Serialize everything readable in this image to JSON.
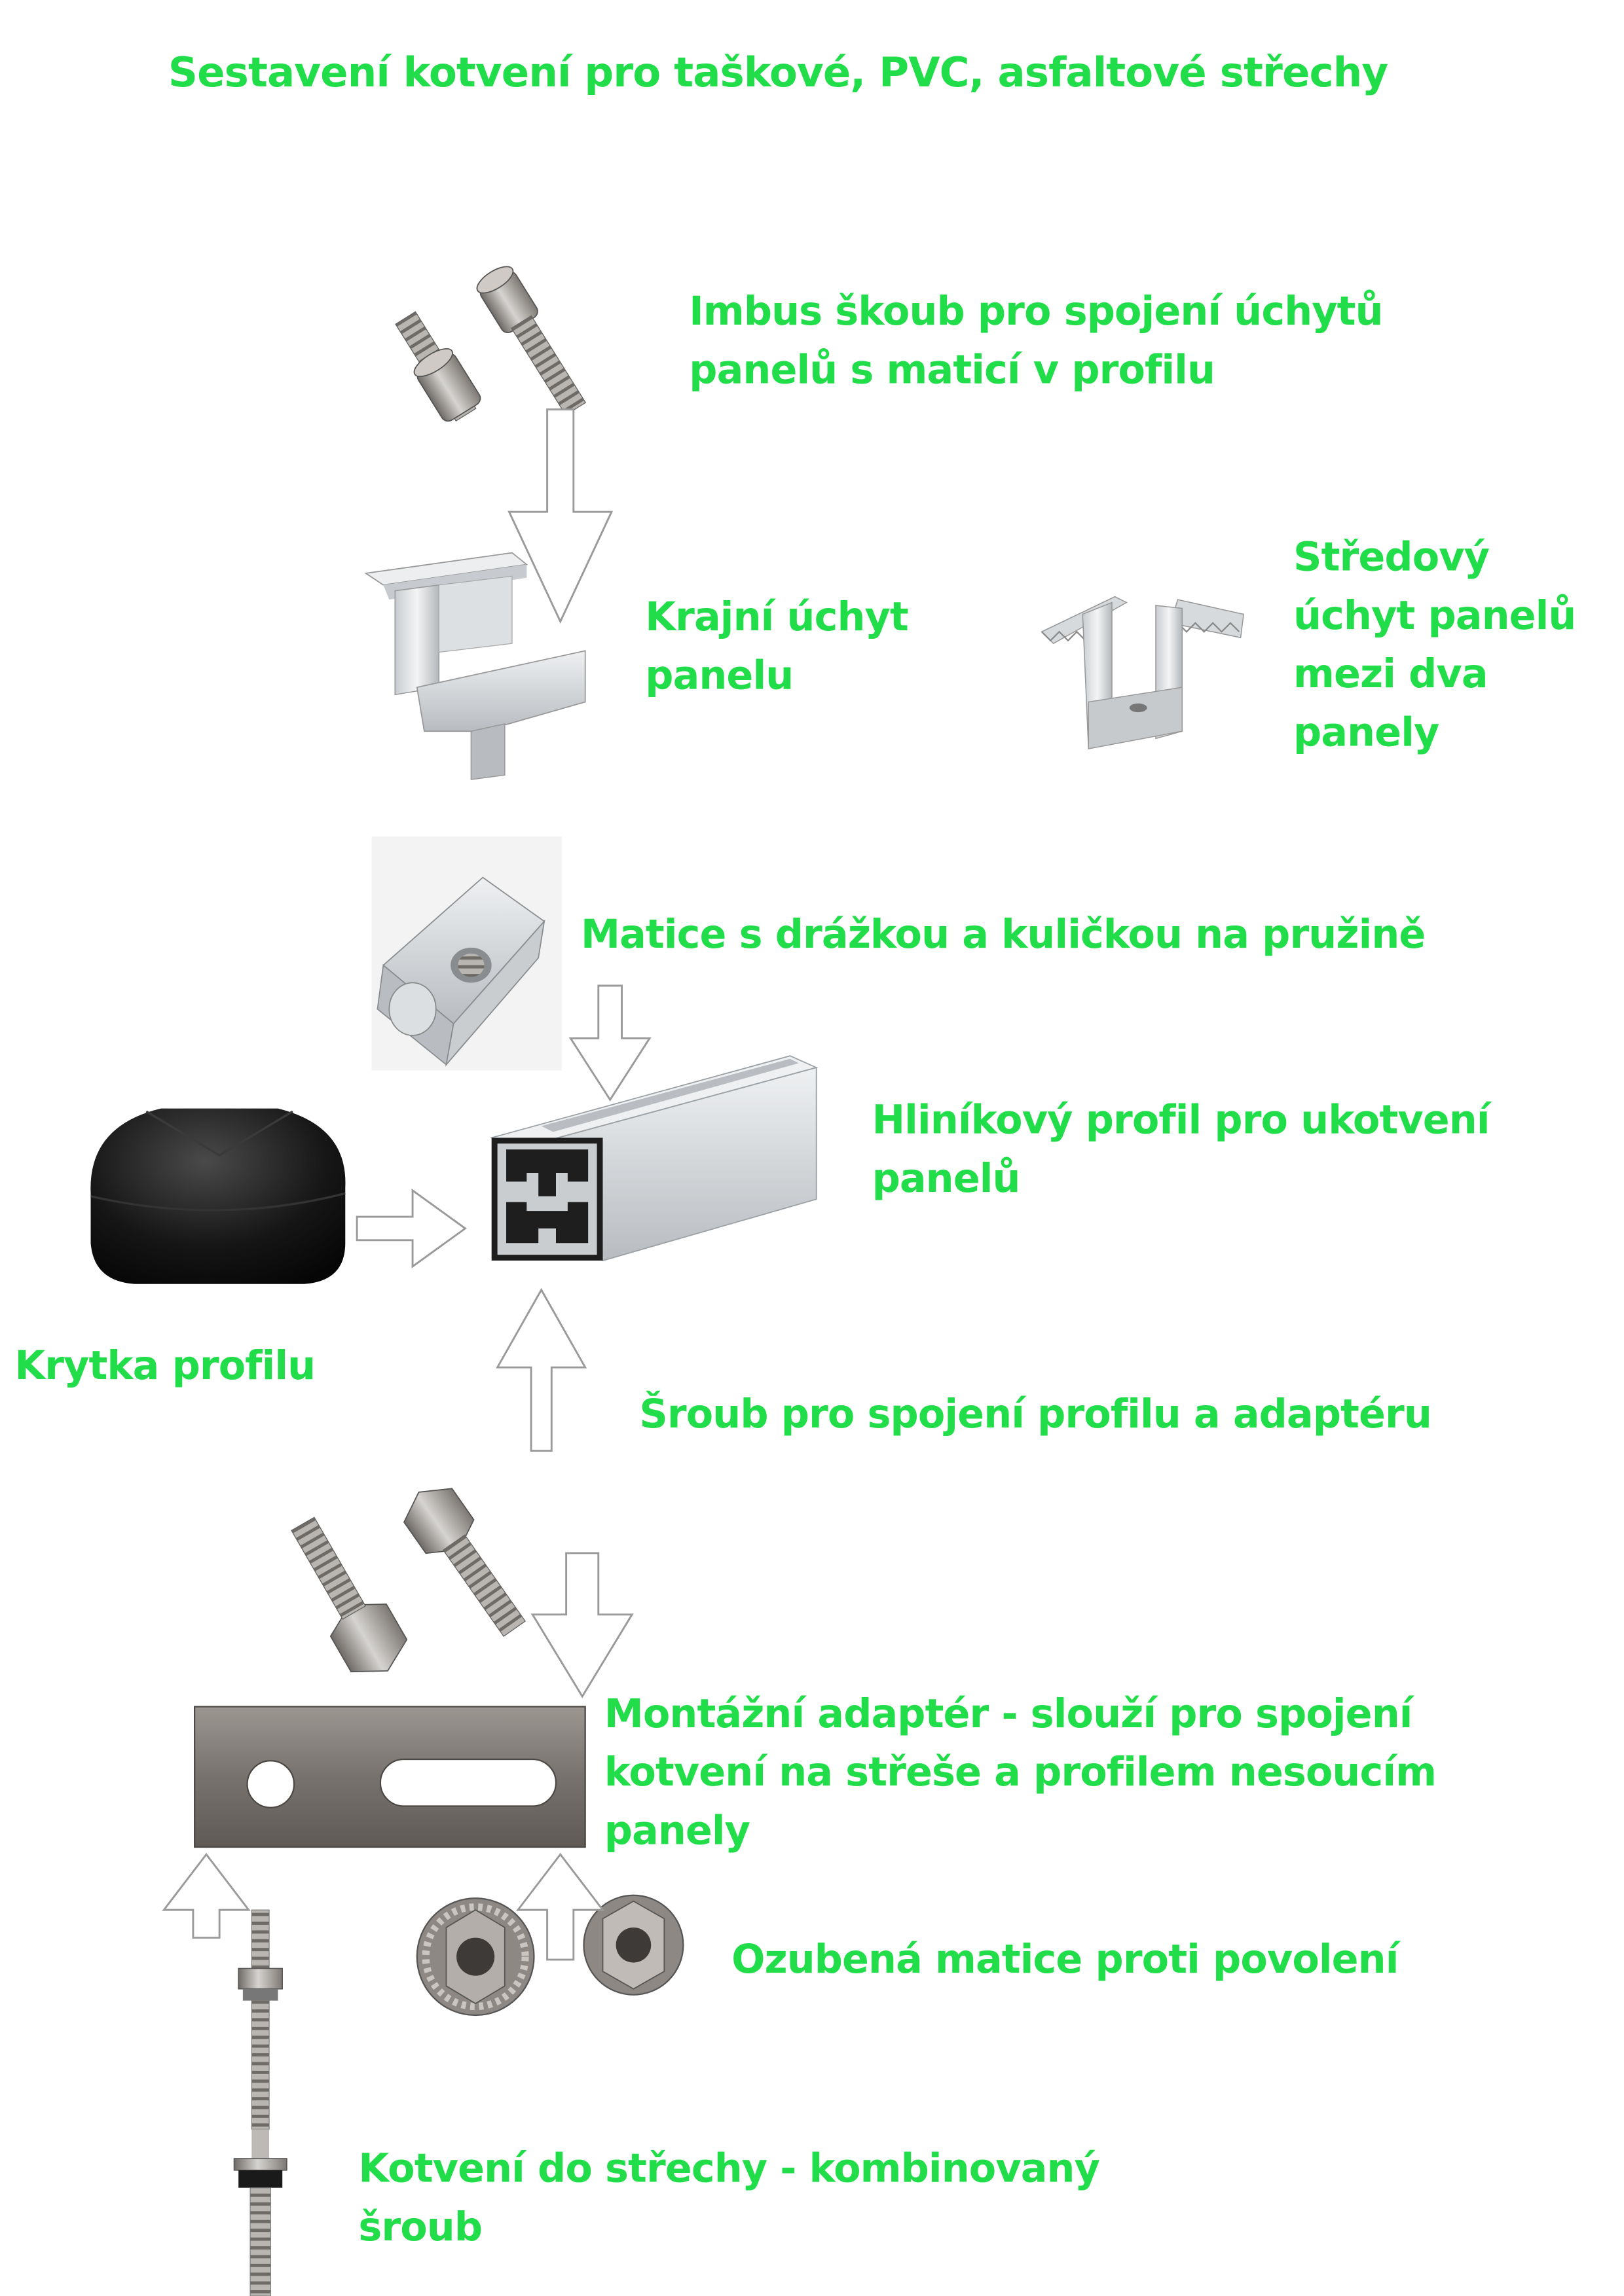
{
  "title": "Sestavení kotvení pro taškové, PVC, asfaltové střechy",
  "parts": {
    "imbus_screw": [
      "Imbus škoub pro spojení úchytů",
      "panelů s maticí v profilu"
    ],
    "end_clamp": [
      "Krajní úchyt",
      "panelu"
    ],
    "middle_clamp": [
      "Středový",
      "úchyt panelů",
      "mezi dva",
      "panely"
    ],
    "slot_nut": [
      "Matice s drážkou a kuličkou na pružině"
    ],
    "aluminium_profile": [
      "Hliníkový profil pro ukotvení",
      "panelů"
    ],
    "profile_cap": [
      "Krytka profilu"
    ],
    "profile_screw": [
      "Šroub pro spojení profilu a adaptéru"
    ],
    "adapter": [
      "Montážní adaptér - slouží pro spojení",
      "kotvení na střeše a profilem nesoucím",
      "panely"
    ],
    "serrated_nut": [
      "Ozubená matice proti povolení"
    ],
    "roof_anchor": [
      "Kotvení do střechy - kombinovaný",
      "šroub"
    ]
  },
  "colors": {
    "label": "#22dd4a",
    "arrow_stroke": "#9a9a9a",
    "aluminium": "#d0d3d6",
    "steel": "#8a8580",
    "cap": "#111111"
  }
}
